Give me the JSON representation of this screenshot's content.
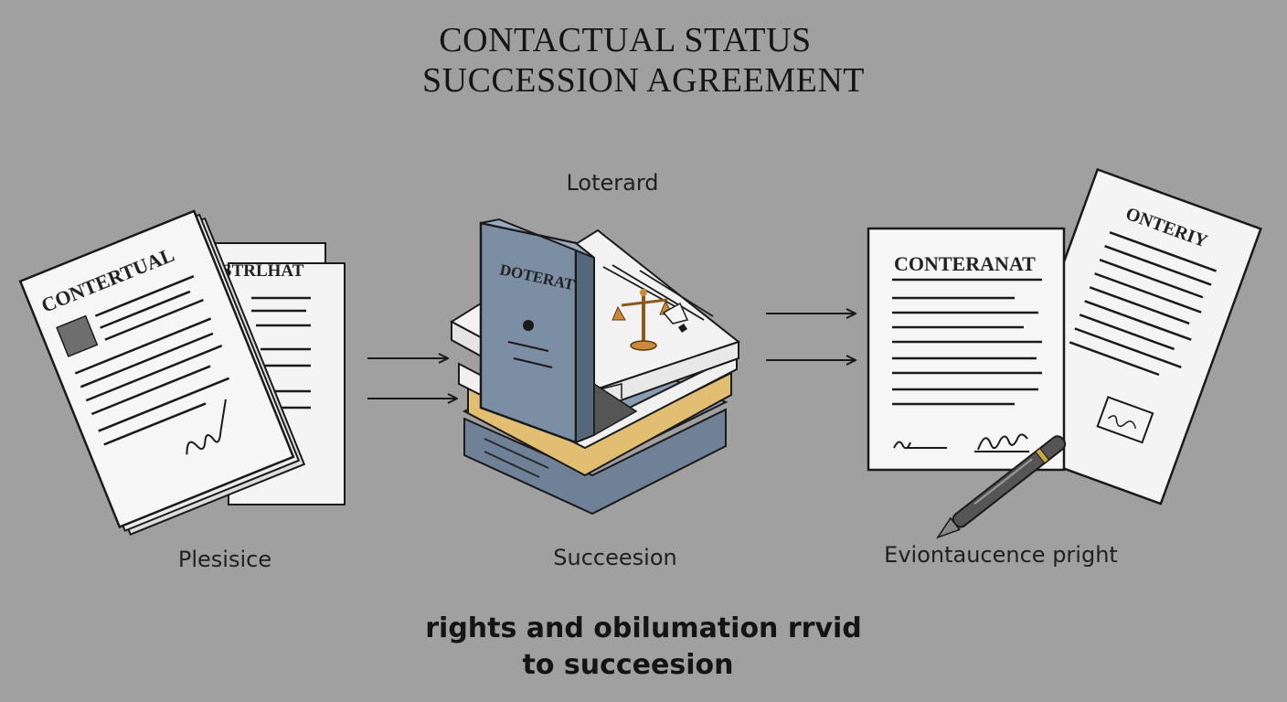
{
  "title": {
    "line1": "CONTACTUAL STATUS",
    "line2": "SUCCESSION AGREEMENT"
  },
  "stages": [
    {
      "label": "Plesisice",
      "doc_front": "CONTERTUAL",
      "doc_back": "STRLHAT"
    },
    {
      "label": "Succeesion",
      "top_label": "Loterard",
      "book_title": "DOTERAT"
    },
    {
      "label": "Eviontaucence pright",
      "doc_front": "CONTERANAT",
      "doc_back": "ONTERIY"
    }
  ],
  "caption": {
    "line1": "rights and obilumation rrvid",
    "line2": "to succeesion"
  },
  "colors": {
    "background": "#a0a0a0",
    "paper": "#f4f4f4",
    "book_blue": "#7b8ea3",
    "book_gold": "#e2be72",
    "scale_gold": "#c98a3a",
    "ink": "#1a1a1a"
  }
}
